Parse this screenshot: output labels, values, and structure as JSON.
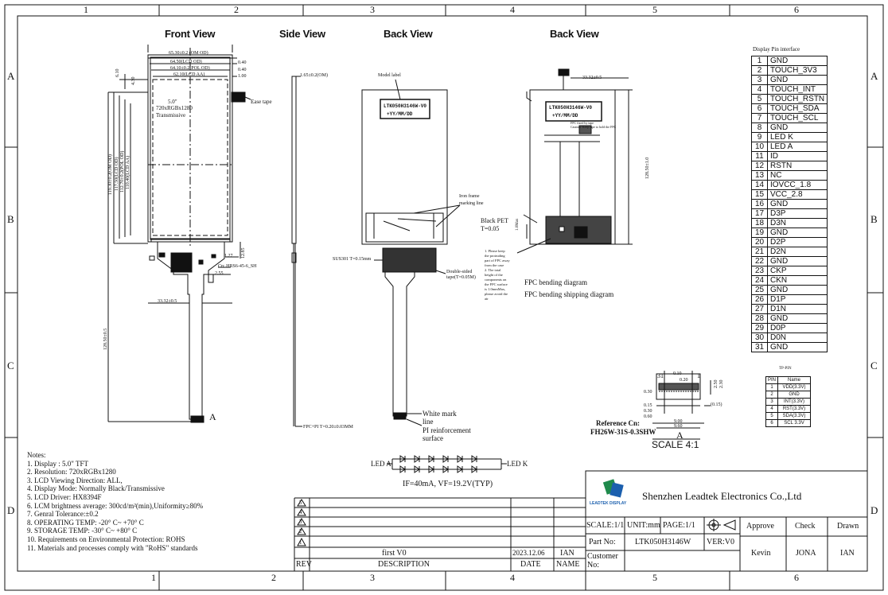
{
  "frame": {
    "col_labels": [
      "1",
      "2",
      "3",
      "4",
      "5",
      "6"
    ],
    "row_labels": [
      "A",
      "B",
      "C",
      "D"
    ]
  },
  "views": {
    "front": "Front View",
    "side": "Side View",
    "back1": "Back View",
    "back2": "Back View"
  },
  "front": {
    "dims_top": [
      "65.30±0.2 (OM OD)",
      "64.50(LCD OD)",
      "64.10±0.2(POL OD)",
      "62.10(LCD AA)"
    ],
    "dims_right": [
      "0.40",
      "0.40",
      "1.00"
    ],
    "dims_left_top": [
      "6.10",
      "4.30"
    ],
    "dims_left_side": [
      "119.30±0.2(OM OD)",
      "117.50(LCD OD)",
      "112.70±0.2(POL OD)",
      "110.40(LCD AA)"
    ],
    "dims_left_long": "128.50±0.5",
    "display_size": "5.0\"",
    "display_res": "720xRGBx1280",
    "display_mode": "Transmissive",
    "ease_tape": "Ease tape",
    "dim_fpc_width": "33.32±0.5",
    "dim_127": "1.27",
    "dim_1285": "12.85",
    "dim_255": "2.55",
    "connector_label": "Cn: HRS6-45-6_SH",
    "pin_mark": "A"
  },
  "side": {
    "dim_thickness": "1.65±0.2(OM)",
    "fpc_thickness": "FPC+PI T=0.20±0.03MM"
  },
  "back1": {
    "model_label": "Model label",
    "label_line1": "LTK050H3146W-V0",
    "label_line2": "+YY/MM/DD",
    "iron_frame": "Iron frame\nmarking line",
    "sus": "SUS301 T=0.15mm",
    "double_tape": "Double-sided\ntape(T=0.05M)",
    "white_mark": "White mark\nline",
    "pi_rf": "PI reinforcement\nsurface"
  },
  "back2": {
    "dim_top": "33.32±0.5",
    "dim_right": "128.50±1.0",
    "label_line1": "LTK050H3146W-V0",
    "label_line2": "+YY/MM/DD",
    "fpc_fixed": "FPC fixed by tape\nCaution: Keep tape to hold the FPC",
    "black_pet": "Black PET\nT=0.05",
    "note_keep": "1. Please keep\nthe protruding\npart of FPC away\nfrom the case\n2. The total\nheight of the\ncomponents on\nthe FPC surface\nis 1.0mmMax,\nplease avoid the\nair",
    "bending": "FPC bending diagram",
    "bending_ship": "FPC bending shipping diagram",
    "dim_10": "1.0Max"
  },
  "pin_interface": {
    "title": "Display Pin interface",
    "rows": [
      [
        "1",
        "GND"
      ],
      [
        "2",
        "TOUCH_3V3"
      ],
      [
        "3",
        "GND"
      ],
      [
        "4",
        "TOUCH_INT"
      ],
      [
        "5",
        "TOUCH_RSTN"
      ],
      [
        "6",
        "TOUCH_SDA"
      ],
      [
        "7",
        "TOUCH_SCL"
      ],
      [
        "8",
        "GND"
      ],
      [
        "9",
        "LED K"
      ],
      [
        "10",
        "LED A"
      ],
      [
        "11",
        "ID"
      ],
      [
        "12",
        "RSTN"
      ],
      [
        "13",
        "NC"
      ],
      [
        "14",
        "IOVCC_1.8"
      ],
      [
        "15",
        "VCC_2.8"
      ],
      [
        "16",
        "GND"
      ],
      [
        "17",
        "D3P"
      ],
      [
        "18",
        "D3N"
      ],
      [
        "19",
        "GND"
      ],
      [
        "20",
        "D2P"
      ],
      [
        "21",
        "D2N"
      ],
      [
        "22",
        "GND"
      ],
      [
        "23",
        "CKP"
      ],
      [
        "24",
        "CKN"
      ],
      [
        "25",
        "GND"
      ],
      [
        "26",
        "D1P"
      ],
      [
        "27",
        "D1N"
      ],
      [
        "28",
        "GND"
      ],
      [
        "29",
        "D0P"
      ],
      [
        "30",
        "D0N"
      ],
      [
        "31",
        "GND"
      ]
    ]
  },
  "tp_pin": {
    "title": "TP-PIN",
    "header": [
      "PIN",
      "Name"
    ],
    "rows": [
      [
        "1",
        "VDD(3.3V)"
      ],
      [
        "2",
        "GND"
      ],
      [
        "3",
        "INT(3.3V)"
      ],
      [
        "4",
        "RST(3.3V)"
      ],
      [
        "5",
        "SDA(3.3V)"
      ],
      [
        "6",
        "SCL 3.3V"
      ]
    ]
  },
  "connector": {
    "pin31": "31",
    "pin1": "1",
    "dims": [
      "0.10",
      "0.20",
      "0.30",
      "0.15",
      "0.30",
      "0.60",
      "(0.15)",
      "9.00",
      "9.60",
      "2.50",
      "2.30"
    ],
    "ref_label": "Reference Cn:",
    "ref_part": "FH26W-31S-0.3SHW",
    "view_letter": "A",
    "scale": "SCALE 4:1"
  },
  "led": {
    "led_a": "LED A",
    "led_k": "LED K",
    "spec": "IF=40mA, VF=19.2V(TYP)"
  },
  "notes": {
    "title": "Notes:",
    "items": [
      "1. Display : 5.0\" TFT",
      "2. Resolution: 720xRGBx1280",
      "3. LCD Viewing Direction: ALL,",
      "4. Display Mode: Normally Black/Transmissive",
      "5. LCD Driver: HX8394F",
      "6. LCM brightness average: 300cd/m²(min),Uniformity≥80%",
      "7. Genral Tolerance:±0.2",
      "8. OPERATING TEMP: -20° C~ +70° C",
      "9. STORAGE TEMP: -30° C~ +80° C",
      "10. Requirements on Environmental Protection: ROHS",
      "11. Materials and processes comply with \"RoHS\" standards"
    ]
  },
  "revision": {
    "rev_marks": [
      "5",
      "4",
      "3",
      "2",
      "1"
    ],
    "first_desc": "first V0",
    "first_date": "2023.12.06",
    "first_name": "IAN",
    "header": [
      "REV",
      "DESCRIPTION",
      "DATE",
      "NAME"
    ]
  },
  "title_block": {
    "company": "Shenzhen Leadtek Electronics Co.,Ltd",
    "logo_text": "LEADTEK DISPLAY",
    "scale": "SCALE:1/1",
    "unit": "UNIT:mm",
    "page": "PAGE:1/1",
    "approve": "Approve",
    "check": "Check",
    "drawn": "Drawn",
    "part_no_label": "Part No:",
    "part_no": "LTK050H3146W",
    "ver": "VER:V0",
    "approve_name": "Kevin",
    "check_name": "JONA",
    "drawn_name": "IAN",
    "customer_label": "Customer\nNo:"
  },
  "colors": {
    "line": "#111111",
    "bg": "#ffffff"
  }
}
